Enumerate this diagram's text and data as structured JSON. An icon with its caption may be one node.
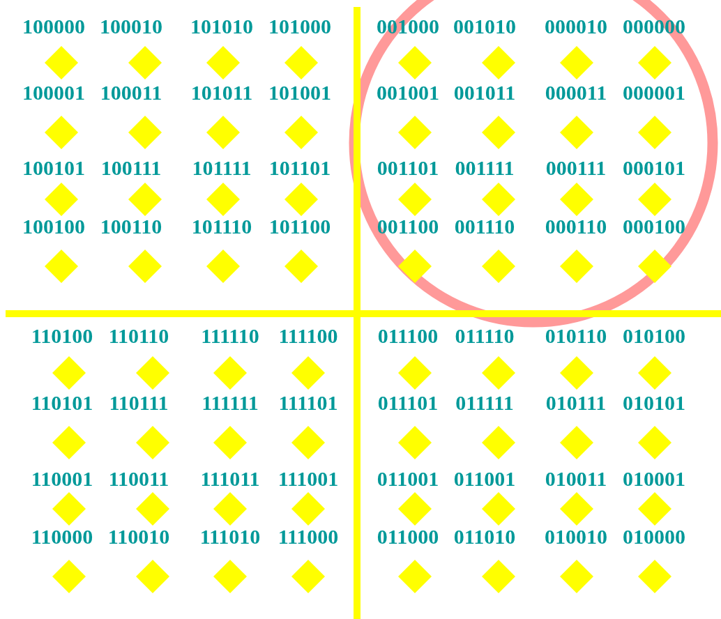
{
  "diagram": {
    "labels": [
      "100000",
      "100010",
      "101010",
      "101000",
      "001000",
      "001010",
      "000010",
      "000000",
      "100001",
      "100011",
      "101011",
      "101001",
      "001001",
      "001011",
      "000011",
      "000001",
      "100101",
      "100111",
      "101111",
      "101101",
      "001101",
      "001111",
      "000111",
      "000101",
      "100100",
      "100110",
      "101110",
      "101100",
      "001100",
      "001110",
      "000110",
      "000100",
      "110100",
      "110110",
      "111110",
      "111100",
      "011100",
      "011110",
      "010110",
      "010100",
      "110101",
      "110111",
      "111111",
      "111101",
      "011101",
      "011111",
      "010111",
      "010101",
      "110001",
      "110011",
      "111011",
      "111001",
      "011001",
      "011001",
      "010011",
      "010001",
      "110000",
      "110010",
      "111010",
      "111000",
      "011000",
      "011010",
      "010010",
      "010000"
    ]
  }
}
